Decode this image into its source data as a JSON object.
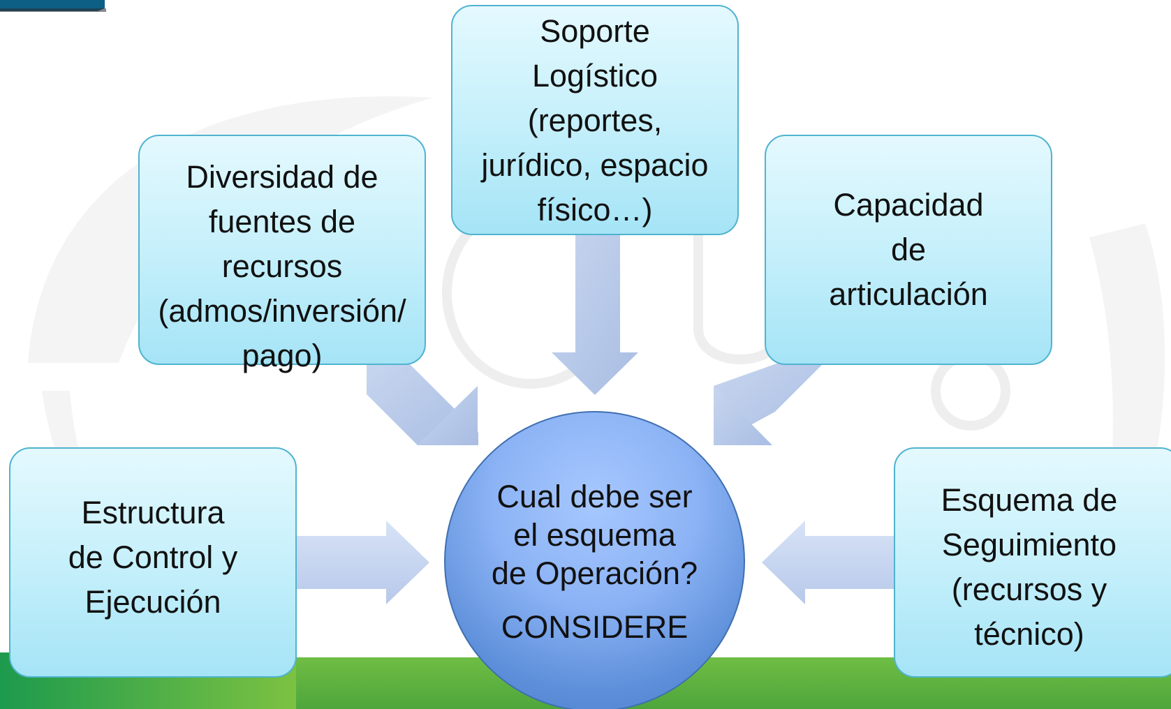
{
  "diagram": {
    "center": {
      "question": "Cual debe ser\nel esquema\nde Operación?",
      "note": "CONSIDERE"
    },
    "boxes": {
      "top_left": "Diversidad de\nfuentes de\nrecursos\n(admos/inversión/\npago)",
      "top_center": "Soporte\nLogístico\n(reportes,\njurídico, espacio\nfísico…)",
      "top_right": "Capacidad\nde\narticulación",
      "bottom_left": "Estructura\nde Control y\nEjecución",
      "bottom_right": "Esquema de\nSeguimiento\n(recursos y\ntécnico)"
    }
  },
  "colors": {
    "box_fill": "#c6f0fb",
    "box_border": "#4fb3cf",
    "circle_fill": "#8cb3f5",
    "arrow": "#b3c5e6",
    "ground_green": "#5fb446",
    "corner_badge": "#0e5f86"
  }
}
